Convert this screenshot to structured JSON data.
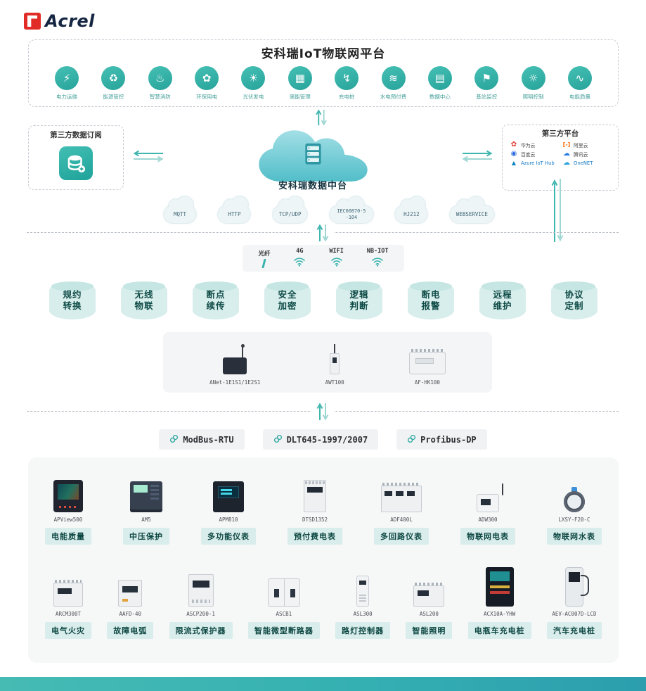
{
  "logo": {
    "brand": "Acrel"
  },
  "platform": {
    "title": "安科瑞IoT物联网平台",
    "apps": [
      {
        "icon": "power-ops-icon",
        "glyph": "⚡",
        "label": "电力运维"
      },
      {
        "icon": "energy-control-icon",
        "glyph": "♻",
        "label": "能源管控"
      },
      {
        "icon": "smart-fire-icon",
        "glyph": "♨",
        "label": "智慧消防"
      },
      {
        "icon": "eco-power-icon",
        "glyph": "✿",
        "label": "环保用电"
      },
      {
        "icon": "pv-generation-icon",
        "glyph": "☀",
        "label": "光伏发电"
      },
      {
        "icon": "energy-storage-icon",
        "glyph": "▦",
        "label": "储能管理"
      },
      {
        "icon": "charging-pile-icon",
        "glyph": "↯",
        "label": "充电桩"
      },
      {
        "icon": "prepay-utility-icon",
        "glyph": "≋",
        "label": "水电预付费"
      },
      {
        "icon": "data-center-icon",
        "glyph": "▤",
        "label": "数据中心"
      },
      {
        "icon": "base-station-icon",
        "glyph": "⚑",
        "label": "基站监控"
      },
      {
        "icon": "lighting-control-icon",
        "glyph": "☼",
        "label": "照明控制"
      },
      {
        "icon": "power-quality-icon",
        "glyph": "∿",
        "label": "电能质量"
      }
    ]
  },
  "subscription_box": {
    "title": "第三方数据订阅"
  },
  "data_center": {
    "label": "安科瑞数据中台"
  },
  "third_party_box": {
    "title": "第三方平台",
    "platforms": [
      {
        "icon": "huawei-cloud-icon",
        "glyph": "✿",
        "name": "华为云"
      },
      {
        "icon": "ali-cloud-icon",
        "glyph": "[-]",
        "name": "阿里云"
      },
      {
        "icon": "baidu-cloud-icon",
        "glyph": "◉",
        "name": "百度云"
      },
      {
        "icon": "tencent-cloud-icon",
        "glyph": "☁",
        "name": "腾讯云"
      },
      {
        "icon": "azure-iot-hub-icon",
        "glyph": "▲",
        "name": "Azure IoT Hub"
      },
      {
        "icon": "onenet-icon",
        "glyph": "☁",
        "name": "OneNET"
      }
    ]
  },
  "protocol_clouds": [
    "MQTT",
    "HTTP",
    "TCP/UDP",
    "IEC60870-5-104",
    "HJ212",
    "WEBSERVICE"
  ],
  "connectivity": {
    "items": [
      {
        "icon": "fiber-icon",
        "label": "光纤"
      },
      {
        "icon": "4g-signal-icon",
        "label": "4G"
      },
      {
        "icon": "wifi-icon",
        "label": "WIFI"
      },
      {
        "icon": "nbiot-signal-icon",
        "label": "NB-IOT"
      }
    ]
  },
  "features": [
    "规约\n转换",
    "无线\n物联",
    "断点\n续传",
    "安全\n加密",
    "逻辑\n判断",
    "断电\n报警",
    "远程\n维护",
    "协议\n定制"
  ],
  "gateways": [
    {
      "model": "ANet-1E1S1/1E2S1"
    },
    {
      "model": "AWT100"
    },
    {
      "model": "AF-HK100"
    }
  ],
  "field_protocols": [
    "ModBus-RTU",
    "DLT645-1997/2007",
    "Profibus-DP"
  ],
  "products": {
    "row1": [
      {
        "model": "APView500",
        "label": "电能质量"
      },
      {
        "model": "AM5",
        "label": "中压保护"
      },
      {
        "model": "APM810",
        "label": "多功能仪表"
      },
      {
        "model": "DTSD1352",
        "label": "预付费电表"
      },
      {
        "model": "ADF400L",
        "label": "多回路仪表"
      },
      {
        "model": "ADW300",
        "label": "物联网电表"
      },
      {
        "model": "LXSY-F20-C",
        "label": "物联网水表"
      }
    ],
    "row2": [
      {
        "model": "ARCM300T",
        "label": "电气火灾"
      },
      {
        "model": "AAFD-40",
        "label": "故障电弧"
      },
      {
        "model": "ASCP200-1",
        "label": "限流式保护器"
      },
      {
        "model": "ASCB1",
        "label": "智能微型断路器"
      },
      {
        "model": "ASL300",
        "label": "路灯控制器"
      },
      {
        "model": "ASL200",
        "label": "智能照明"
      },
      {
        "model": "ACX10A-YHW",
        "label": "电瓶车充电桩"
      },
      {
        "model": "AEV-AC007D-LCD",
        "label": "汽车充电桩"
      }
    ]
  },
  "colors": {
    "accent": "#35b3ac",
    "chip_bg": "#d9edec",
    "chip_text": "#0d4742",
    "logo_red": "#e02b26"
  }
}
